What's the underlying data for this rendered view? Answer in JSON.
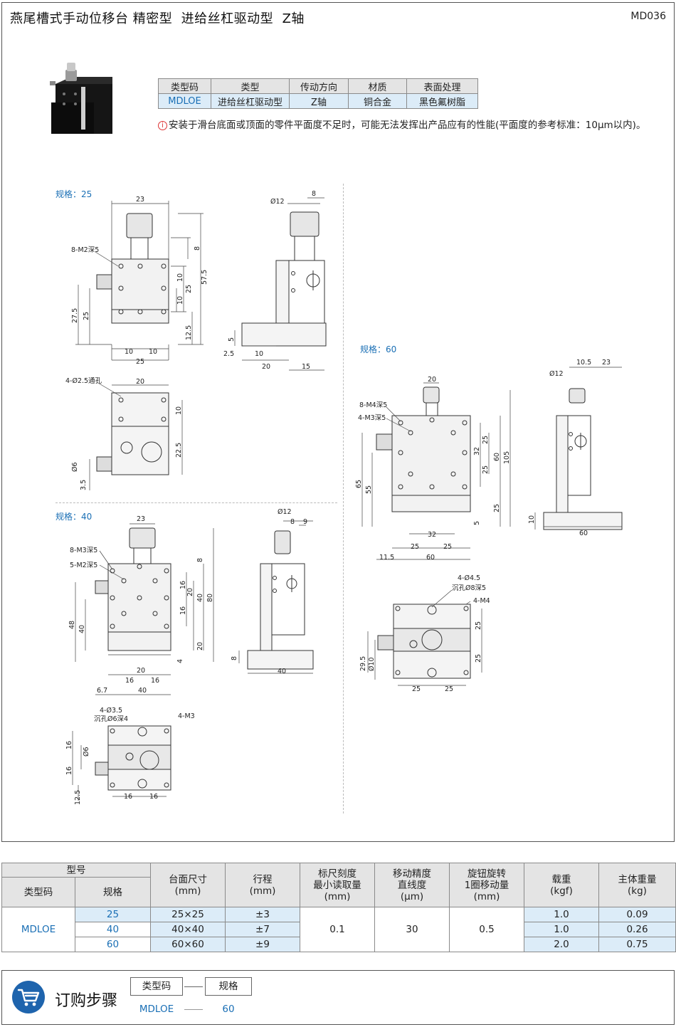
{
  "header": {
    "title": "燕尾槽式手动位移台 精密型  进给丝杠驱动型  Z轴",
    "code": "MD036"
  },
  "attributes": {
    "headers": [
      "类型码",
      "类型",
      "传动方向",
      "材质",
      "表面处理"
    ],
    "values": [
      "MDLOE",
      "进给丝杠驱动型",
      "Z轴",
      "铜合金",
      "黑色氟树脂"
    ]
  },
  "note": "安装于滑台底面或顶面的零件平面度不足时，可能无法发挥出产品应有的性能(平面度的参考标准：10μm以内)。",
  "drawings": {
    "spec25_label": "规格：25",
    "spec40_label": "规格：40",
    "spec60_label": "规格：60",
    "s25": {
      "d23": "23",
      "d8": "8",
      "d57_5": "57.5",
      "d10a": "10",
      "d25v": "25",
      "d10b": "10",
      "d12_5": "12.5",
      "d27_5": "27.5",
      "d25v2": "25",
      "d10h1": "10",
      "d10h2": "10",
      "d25h": "25",
      "m2": "8-M2深5",
      "phi12": "Ø12",
      "d8side": "8",
      "d5": "5",
      "d2_5": "2.5",
      "d10side": "10",
      "d20": "20",
      "d15": "15",
      "holes": "4-Ø2.5通孔",
      "d20top": "20",
      "d10top": "10",
      "d22_5": "22.5",
      "phi6": "Ø6",
      "d3_5": "3.5"
    },
    "s40": {
      "d23": "23",
      "m3": "8-M3深5",
      "m2": "5-M2深5",
      "d8": "8",
      "d16a": "16",
      "d20a": "20",
      "d40v": "40",
      "d80": "80",
      "d16b": "16",
      "d20b": "20",
      "d48": "48",
      "d40l": "40",
      "d4": "4",
      "d20h": "20",
      "d16h1": "16",
      "d16h2": "16",
      "d6_7": "6.7",
      "d40h": "40",
      "phi12": "Ø12",
      "d8side": "8",
      "d9": "9",
      "d8l": "8",
      "d40side": "40",
      "holes": "4-Ø3.5",
      "cb": "沉孔Ø6深4",
      "m3b": "4-M3",
      "d16l": "16",
      "phi6": "Ø6",
      "d16l2": "16",
      "d12_5": "12.5",
      "d16b1": "16",
      "d16b2": "16"
    },
    "s60": {
      "d20": "20",
      "m4": "8-M4深5",
      "m3": "4-M3深5",
      "d25a": "25",
      "d32": "32",
      "d60v": "60",
      "d105": "105",
      "d25b": "25",
      "d65": "65",
      "d55": "55",
      "d25c": "25",
      "d5": "5",
      "d32h": "32",
      "d25h1": "25",
      "d25h2": "25",
      "d11_5": "11.5",
      "d60h": "60",
      "phi12": "Ø12",
      "d10_5": "10.5",
      "d23": "23",
      "d10": "10",
      "d60side": "60",
      "holes": "4-Ø4.5",
      "cb": "沉孔Ø8深5",
      "m4b": "4-M4",
      "d25r1": "25",
      "d25r2": "25",
      "d29_5": "29.5",
      "phi10": "Ø10",
      "d25b1": "25",
      "d25b2": "25"
    }
  },
  "spec_table": {
    "headers": {
      "model": "型号",
      "type_code": "类型码",
      "spec": "规格",
      "table_size": "台面尺寸\n(mm)",
      "travel": "行程\n(mm)",
      "scale": "标尺刻度\n最小读取量\n(mm)",
      "accuracy": "移动精度\n直线度\n(μm)",
      "knob": "旋钮旋转\n1圈移动量\n(mm)",
      "load": "载重\n(kgf)",
      "weight": "主体重量\n(kg)"
    },
    "type_code_value": "MDLOE",
    "rows": [
      {
        "spec": "25",
        "size": "25×25",
        "travel": "±3",
        "load": "1.0",
        "weight": "0.09"
      },
      {
        "spec": "40",
        "size": "40×40",
        "travel": "±7",
        "load": "1.0",
        "weight": "0.26"
      },
      {
        "spec": "60",
        "size": "60×60",
        "travel": "±9",
        "load": "2.0",
        "weight": "0.75"
      }
    ],
    "scale_value": "0.1",
    "accuracy_value": "30",
    "knob_value": "0.5"
  },
  "order": {
    "title": "订购步骤",
    "box1": "类型码",
    "box2": "规格",
    "val1": "MDLOE",
    "val2": "60"
  },
  "colors": {
    "accent": "#1a6fb5",
    "table_highlight": "#dcecf8",
    "header_bg": "#e4e4e4",
    "cart_bg": "#1e64ad"
  }
}
